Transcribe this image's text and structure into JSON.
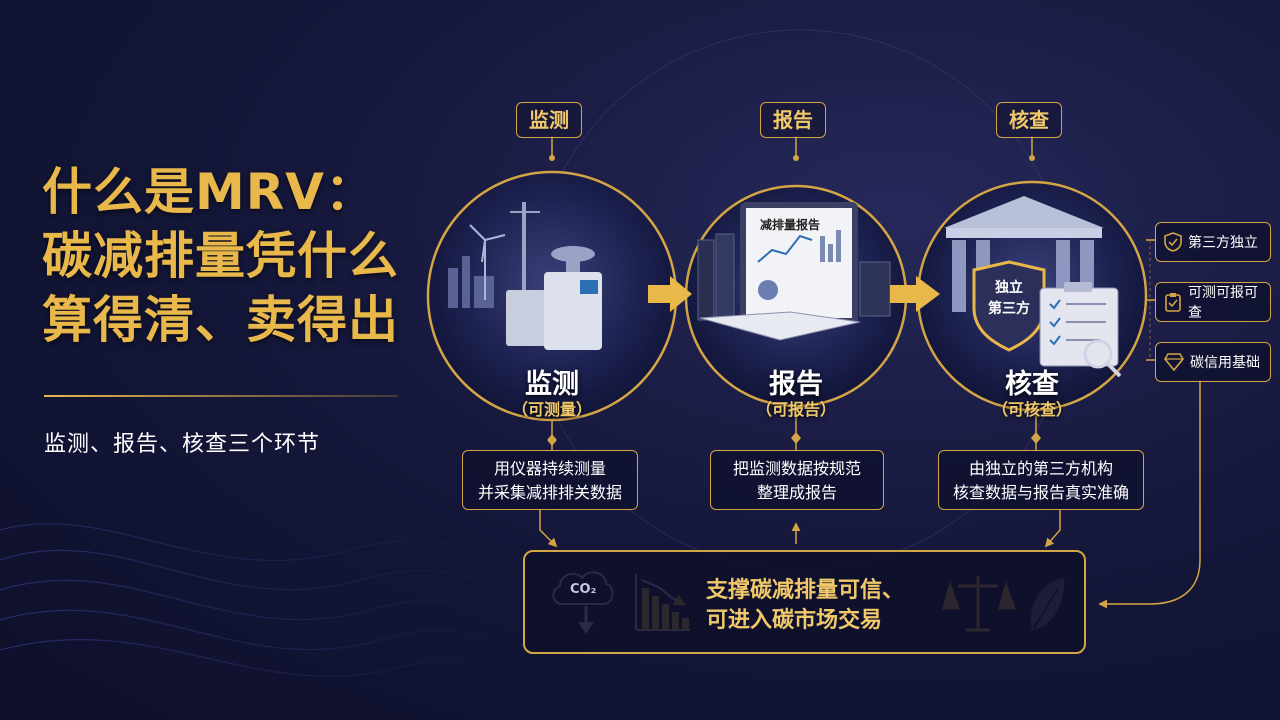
{
  "title": {
    "line1": "什么是MRV：",
    "line2": "碳减排量凭什么",
    "line3": "算得清、卖得出"
  },
  "subtitle": "监测、报告、核查三个环节",
  "steps": [
    {
      "tag": "监测",
      "label": "监测",
      "sub": "（可测量）",
      "desc1": "用仪器持续测量",
      "desc2": "并采集减排排关数据"
    },
    {
      "tag": "报告",
      "label": "报告",
      "sub": "（可报告）",
      "desc1": "把监测数据按规范",
      "desc2": "整理成报告",
      "doc_title": "减排量报告"
    },
    {
      "tag": "核查",
      "label": "核查",
      "sub": "（可核查）",
      "desc1": "由独立的第三方机构",
      "desc2": "核查数据与报告真实准确",
      "shield1": "独立",
      "shield2": "第三方"
    }
  ],
  "side_tags": [
    {
      "label": "第三方独立",
      "icon": "shield-check-icon"
    },
    {
      "label": "可测可报可查",
      "icon": "checklist-icon"
    },
    {
      "label": "碳信用基础",
      "icon": "diamond-icon"
    }
  ],
  "bottom": {
    "line1": "支撑碳减排量可信、",
    "line2": "可进入碳市场交易",
    "co2_label": "CO₂"
  },
  "colors": {
    "gold": "#d4a544",
    "gold_text": "#f1c96a",
    "background": "#16183c"
  }
}
